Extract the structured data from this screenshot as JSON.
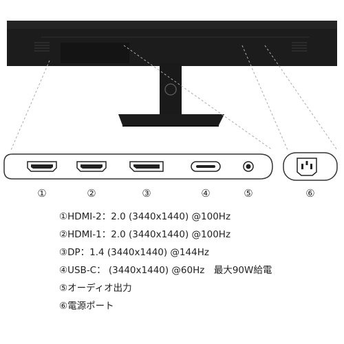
{
  "colors": {
    "monitor": "#1c1c1c",
    "outline": "#333333",
    "dashed": "#aaaaaa",
    "text": "#222222"
  },
  "port_numbers": [
    "①",
    "②",
    "③",
    "④",
    "⑤",
    "⑥"
  ],
  "port_icons": [
    "hdmi-port-icon",
    "hdmi-port-icon",
    "displayport-icon",
    "usb-c-port-icon",
    "audio-jack-icon",
    "power-socket-icon"
  ],
  "legend": [
    "①HDMI-2：2.0 (3440x1440) @100Hz",
    "②HDMI-1：2.0 (3440x1440) @100Hz",
    "③DP：1.4 (3440x1440) @144Hz",
    "④USB-C： (3440x1440) @60Hz　最大90W給電",
    "⑤オーディオ出力",
    "⑥電源ポート"
  ]
}
